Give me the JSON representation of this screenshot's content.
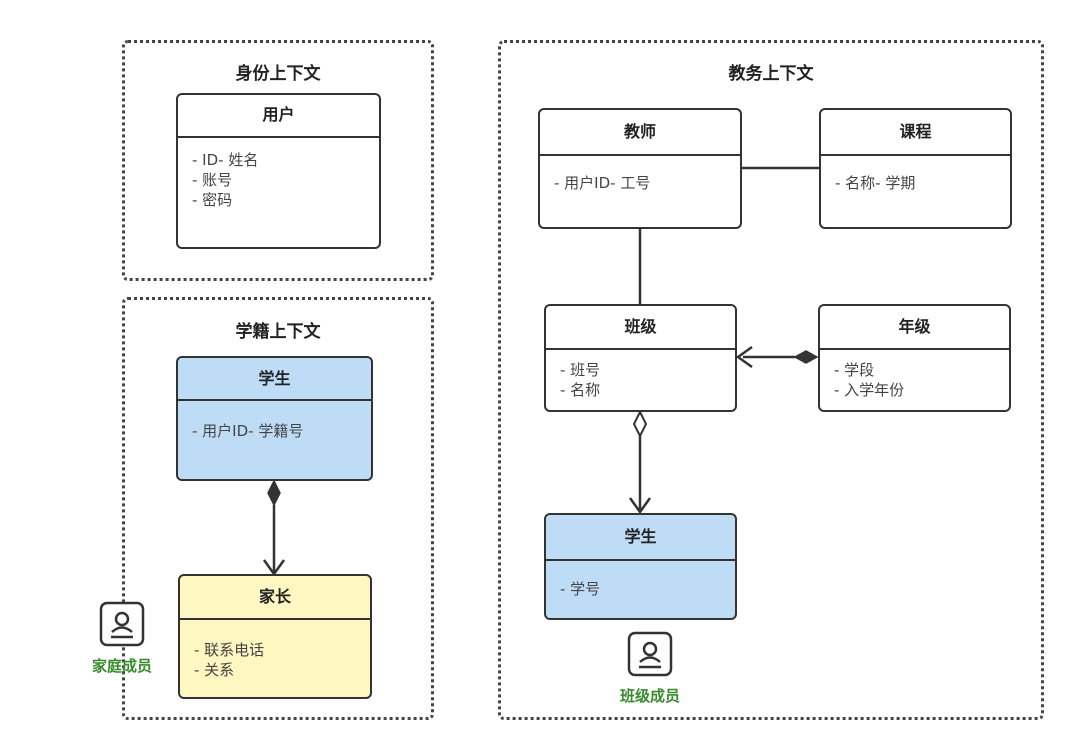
{
  "contexts": {
    "identity": {
      "title": "身份上下文"
    },
    "enrollment": {
      "title": "学籍上下文"
    },
    "academic": {
      "title": "教务上下文"
    }
  },
  "entities": {
    "user": {
      "title": "用户",
      "attrs": [
        "- ID- 姓名",
        "- 账号",
        "- 密码"
      ]
    },
    "student_enrollment": {
      "title": "学生",
      "attrs": [
        "- 用户ID- 学籍号"
      ]
    },
    "parent": {
      "title": "家长",
      "attrs": [
        "- 联系电话",
        "- 关系"
      ]
    },
    "teacher": {
      "title": "教师",
      "attrs": [
        "- 用户ID- 工号"
      ]
    },
    "course": {
      "title": "课程",
      "attrs": [
        "- 名称- 学期"
      ]
    },
    "class": {
      "title": "班级",
      "attrs": [
        "- 班号",
        "- 名称"
      ]
    },
    "grade": {
      "title": "年级",
      "attrs": [
        "- 学段",
        "- 入学年份"
      ]
    },
    "student_academic": {
      "title": "学生",
      "attrs": [
        "- 学号"
      ]
    }
  },
  "members": {
    "family": {
      "label": "家庭成员",
      "icon": "person-badge-icon"
    },
    "class": {
      "label": "班级成员",
      "icon": "person-badge-icon"
    }
  },
  "colors": {
    "blue_fill": "#bfdcf7",
    "yellow_fill": "#fff7c2",
    "member_label": "#3a8a2e",
    "line": "#333333"
  }
}
